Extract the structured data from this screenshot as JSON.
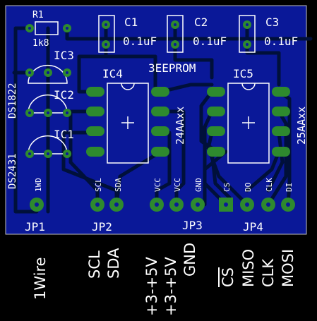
{
  "colors": {
    "board": "#0a1898",
    "copper": "#00103a",
    "pad": "#2e8a2e",
    "silk": "#ffffff",
    "background": "#000000"
  },
  "components": {
    "r1": {
      "ref": "R1",
      "value": "1k8"
    },
    "c1": {
      "ref": "C1",
      "value": "0.1uF"
    },
    "c2": {
      "ref": "C2",
      "value": "0.1uF"
    },
    "c3": {
      "ref": "C3",
      "value": "0.1uF"
    },
    "ic1": "IC1",
    "ic2": "IC2",
    "ic3": "IC3",
    "ic4": "IC4",
    "ic5": "IC5",
    "sensor_a": "DS1822",
    "sensor_b": "DS2431",
    "title": "3EEPROM",
    "ic4_part": "24AAxx",
    "ic5_part": "25AAxx"
  },
  "pin_labels": {
    "jp1": [
      "1WD"
    ],
    "jp2": [
      "SCL",
      "SDA"
    ],
    "jp3": [
      "VCC",
      "VCC",
      "GND"
    ],
    "jp4": [
      "CS",
      "DO",
      "CLK",
      "DI"
    ]
  },
  "headers": {
    "jp1": "JP1",
    "jp2": "JP2",
    "jp3": "JP3",
    "jp4": "JP4"
  },
  "signal_labels": {
    "jp1": [
      "1Wire"
    ],
    "jp2": [
      "SCL",
      "SDA"
    ],
    "jp3": [
      "+3-+5V",
      "+3-+5V",
      "GND"
    ],
    "jp4": [
      "CS",
      "MISO",
      "CLK",
      "MOSI"
    ]
  }
}
